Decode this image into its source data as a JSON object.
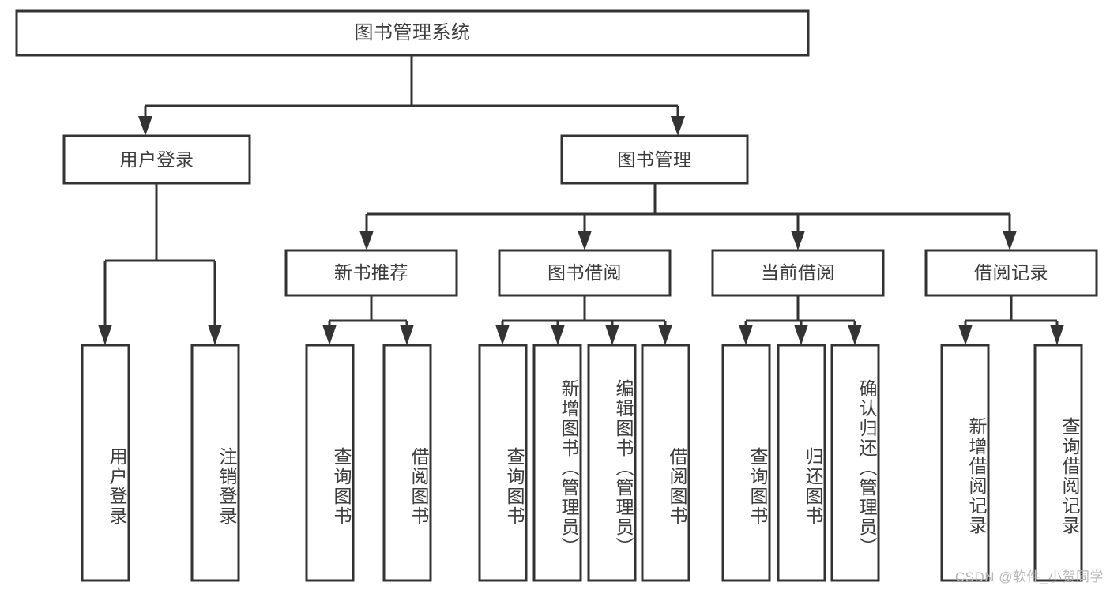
{
  "diagram": {
    "type": "tree-hierarchy",
    "title": "图书管理系统",
    "watermark": "CSDN @软件_小贺同学",
    "colors": {
      "box_stroke": "#333333",
      "box_fill": "#ffffff",
      "text": "#3c3c3c",
      "connector": "#333333",
      "background": "#ffffff",
      "watermark": "#b8b8b8"
    },
    "levels": {
      "root": {
        "label": "图书管理系统"
      },
      "level2": [
        {
          "label": "用户登录"
        },
        {
          "label": "图书管理"
        }
      ],
      "level3": [
        {
          "label": "新书推荐"
        },
        {
          "label": "图书借阅"
        },
        {
          "label": "当前借阅"
        },
        {
          "label": "借阅记录"
        }
      ],
      "leaves": {
        "user_login": [
          {
            "label": "用户登录"
          },
          {
            "label": "注销登录"
          }
        ],
        "new_book_recommend": [
          {
            "label": "查询图书"
          },
          {
            "label": "借阅图书"
          }
        ],
        "book_borrow": [
          {
            "label": "查询图书"
          },
          {
            "label": "新增图书（管理员）"
          },
          {
            "label": "编辑图书（管理员）"
          },
          {
            "label": "借阅图书"
          }
        ],
        "current_borrow": [
          {
            "label": "查询图书"
          },
          {
            "label": "归还图书"
          },
          {
            "label": "确认归还（管理员）"
          }
        ],
        "borrow_record": [
          {
            "label": "新增借阅记录"
          },
          {
            "label": "查询借阅记录"
          }
        ]
      }
    }
  }
}
